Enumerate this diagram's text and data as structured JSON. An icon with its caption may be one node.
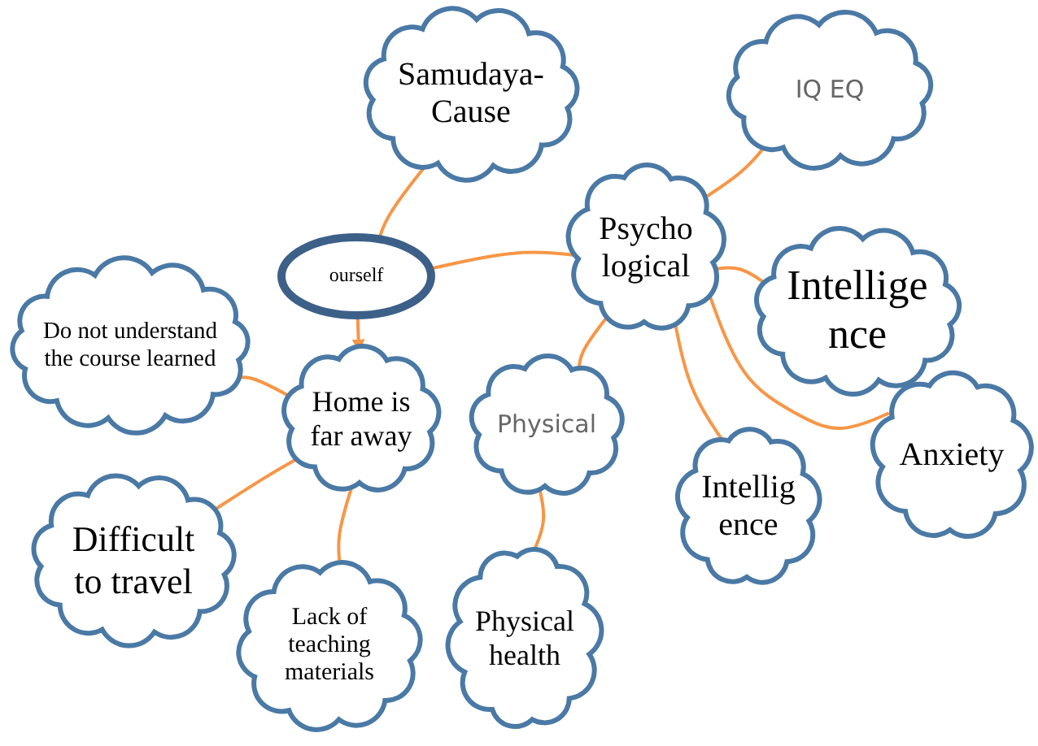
{
  "diagram": {
    "nodes": [
      {
        "text": [
          "Samudaya-Cause"
        ]
      },
      {
        "text": [
          "IQ EQ"
        ]
      },
      {
        "text": [
          "ourself"
        ]
      },
      {
        "text": [
          "Psycho logical"
        ]
      },
      {
        "text": [
          "Do not understand the course learned"
        ]
      },
      {
        "text": [
          "Home is far away"
        ]
      },
      {
        "text": [
          "Intellige nce"
        ]
      },
      {
        "text": [
          "Physical"
        ]
      },
      {
        "text": [
          "Difficult to travel"
        ]
      },
      {
        "text": [
          "Intellig ence"
        ]
      },
      {
        "text": [
          "Anxiety"
        ]
      },
      {
        "text": [
          "Lack of teaching materials"
        ]
      },
      {
        "text": [
          "Physical health"
        ]
      }
    ],
    "edges": [
      {
        "from": 0,
        "to": 2,
        "arrow": "none"
      },
      {
        "from": 2,
        "to": 5,
        "arrow": "to"
      },
      {
        "from": 2,
        "to": 3,
        "arrow": "none"
      },
      {
        "from": 3,
        "to": 7,
        "arrow": "none"
      },
      {
        "from": 3,
        "to": 1,
        "arrow": "none"
      },
      {
        "from": 3,
        "to": 6,
        "arrow": "none"
      },
      {
        "from": 3,
        "to": 9,
        "arrow": "none"
      },
      {
        "from": 3,
        "to": 10,
        "arrow": "none"
      },
      {
        "from": 7,
        "to": 12,
        "arrow": "none"
      },
      {
        "from": 5,
        "to": 4,
        "arrow": "none"
      },
      {
        "from": 5,
        "to": 8,
        "arrow": "none"
      },
      {
        "from": 5,
        "to": 11,
        "arrow": "none"
      }
    ]
  }
}
